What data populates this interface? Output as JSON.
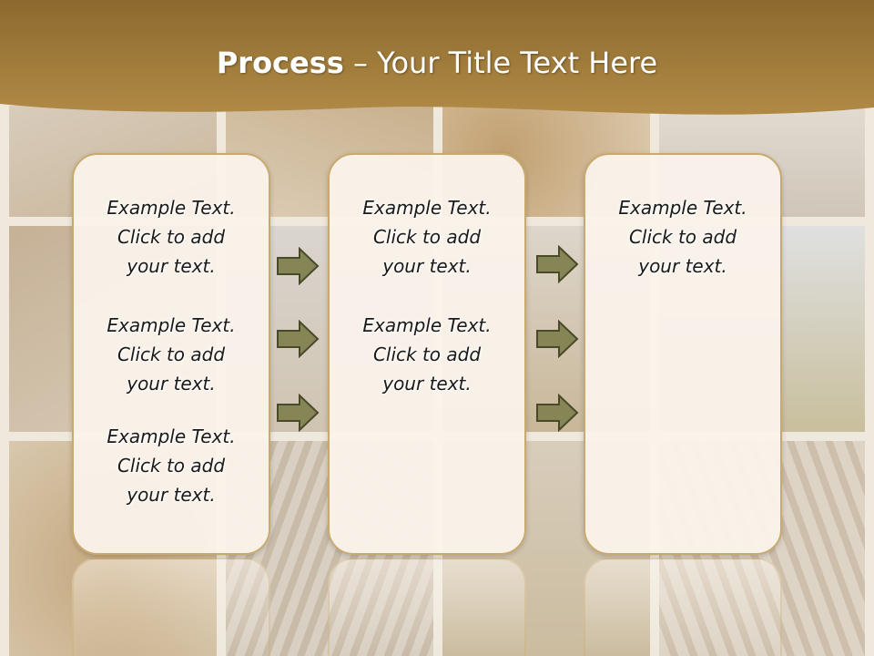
{
  "title": {
    "bold": "Process",
    "rest": " – Your Title Text Here"
  },
  "columns": [
    {
      "paragraphs": [
        "Example Text.\nClick  to add\nyour text.",
        "Example Text.\nClick  to add\nyour text.",
        "Example Text.\nClick  to add\nyour text."
      ]
    },
    {
      "paragraphs": [
        "Example Text.\nClick  to add\nyour text.",
        "Example Text.\nClick  to add\nyour text."
      ]
    },
    {
      "paragraphs": [
        "Example Text.\nClick  to add\nyour text."
      ]
    }
  ],
  "arrow_groups": [
    {
      "count": 3,
      "icon": "right-arrow-icon"
    },
    {
      "count": 3,
      "icon": "right-arrow-icon"
    }
  ],
  "colors": {
    "header": "#9a7636",
    "box_border": "#c9aa6e",
    "box_fill": "#faf3ea",
    "arrow_fill": "#858556",
    "arrow_stroke": "#4a4a2a"
  }
}
